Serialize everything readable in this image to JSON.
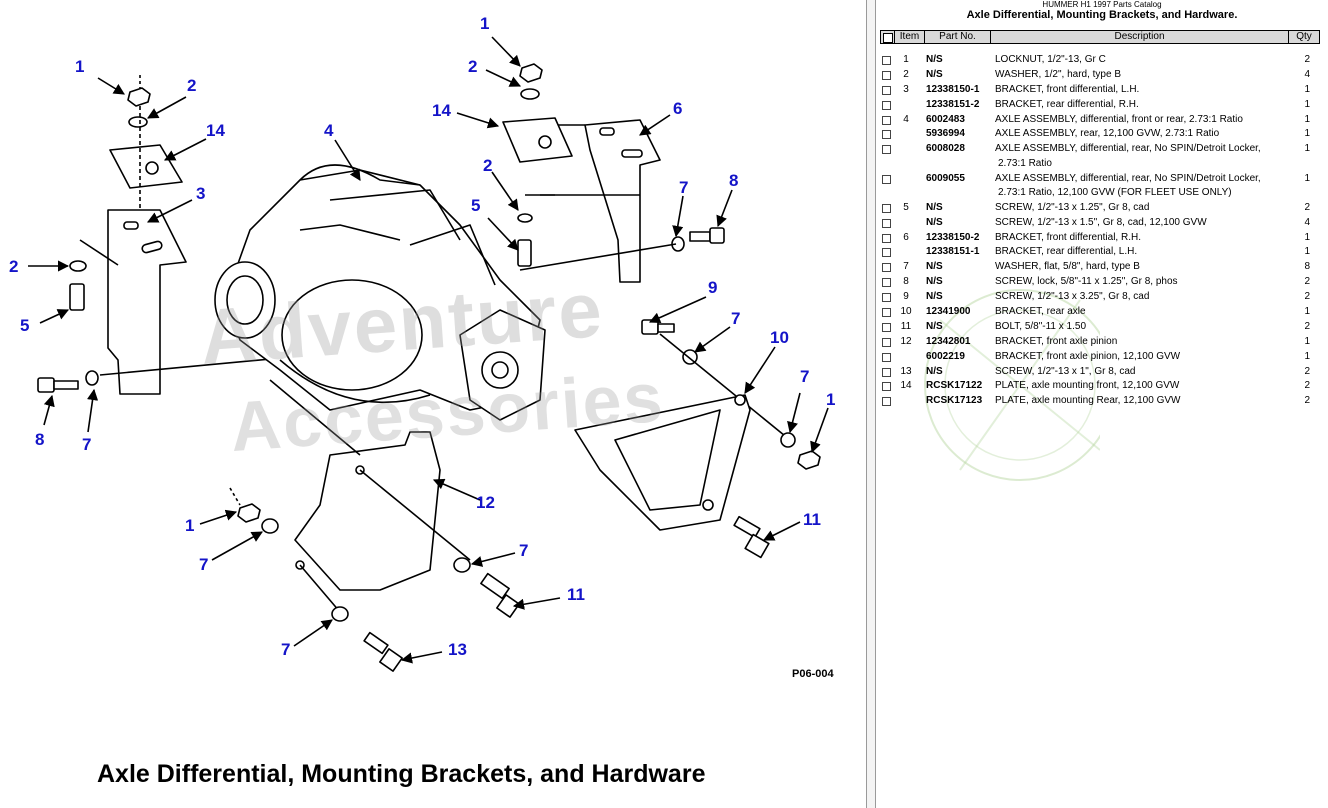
{
  "catalog": {
    "header_small": "HUMMER H1 1997 Parts Catalog",
    "title": "Axle Differential, Mounting Brackets, and Hardware."
  },
  "table": {
    "columns": [
      "Item",
      "Part No.",
      "Description",
      "Qty"
    ],
    "rows": [
      {
        "item": "1",
        "part": "N/S",
        "desc": "LOCKNUT, 1/2\"-13, Gr C",
        "qty": "2"
      },
      {
        "item": "2",
        "part": "N/S",
        "desc": "WASHER, 1/2\", hard, type B",
        "qty": "4"
      },
      {
        "item": "3",
        "part": "12338150-1",
        "desc": "BRACKET, front differential, L.H.",
        "qty": "1"
      },
      {
        "item": "",
        "part": "12338151-2",
        "desc": "BRACKET, rear differential, R.H.",
        "qty": "1"
      },
      {
        "item": "4",
        "part": "6002483",
        "desc": "AXLE ASSEMBLY, differential, front or rear, 2.73:1 Ratio",
        "qty": "1"
      },
      {
        "item": "",
        "part": "5936994",
        "desc": "AXLE ASSEMBLY, rear, 12,100 GVW, 2.73:1 Ratio",
        "qty": "1"
      },
      {
        "item": "",
        "part": "6008028",
        "desc": "AXLE ASSEMBLY, differential, rear, No SPIN/Detroit Locker,",
        "desc2": "2.73:1 Ratio",
        "qty": "1"
      },
      {
        "item": "",
        "part": "6009055",
        "desc": "AXLE ASSEMBLY, differential, rear, No SPIN/Detroit Locker,",
        "desc2": "2.73:1 Ratio, 12,100 GVW (FOR FLEET USE ONLY)",
        "qty": "1"
      },
      {
        "item": "5",
        "part": "N/S",
        "desc": "SCREW, 1/2\"-13 x 1.25\", Gr 8, cad",
        "qty": "2"
      },
      {
        "item": "",
        "part": "N/S",
        "desc": "SCREW, 1/2\"-13 x 1.5\", Gr 8, cad, 12,100 GVW",
        "qty": "4"
      },
      {
        "item": "6",
        "part": "12338150-2",
        "desc": "BRACKET, front differential, R.H.",
        "qty": "1"
      },
      {
        "item": "",
        "part": "12338151-1",
        "desc": "BRACKET, rear differential, L.H.",
        "qty": "1"
      },
      {
        "item": "7",
        "part": "N/S",
        "desc": "WASHER, flat, 5/8\", hard, type B",
        "qty": "8"
      },
      {
        "item": "8",
        "part": "N/S",
        "desc": "SCREW,  lock, 5/8\"-11 x 1.25\", Gr 8, phos",
        "qty": "2"
      },
      {
        "item": "9",
        "part": "N/S",
        "desc": "SCREW, 1/2\"-13 x 3.25\", Gr 8, cad",
        "qty": "2"
      },
      {
        "item": "10",
        "part": "12341900",
        "desc": "BRACKET, rear axle",
        "qty": "1"
      },
      {
        "item": "11",
        "part": "N/S",
        "desc": "BOLT, 5/8\"-11 x 1.50",
        "qty": "2"
      },
      {
        "item": "12",
        "part": "12342801",
        "desc": "BRACKET, front axle pinion",
        "qty": "1"
      },
      {
        "item": "",
        "part": "6002219",
        "desc": "BRACKET, front axle pinion, 12,100 GVW",
        "qty": "1"
      },
      {
        "item": "13",
        "part": "N/S",
        "desc": "SCREW, 1/2\"-13 x 1\", Gr 8, cad",
        "qty": "2"
      },
      {
        "item": "14",
        "part": "RCSK17122",
        "desc": "PLATE, axle mounting front, 12,100 GVW",
        "qty": "2"
      },
      {
        "item": "",
        "part": "RCSK17123",
        "desc": "PLATE, axle mounting Rear, 12,100 GVW",
        "qty": "2"
      }
    ]
  },
  "diagram": {
    "watermark_line1": "Adventure",
    "watermark_line2": "Accessories",
    "figure_code": "P06-004",
    "title": "Axle Differential, Mounting Brackets, and Hardware",
    "callouts": [
      "1",
      "2",
      "14",
      "3",
      "2",
      "5",
      "8",
      "7",
      "4",
      "1",
      "2",
      "14",
      "6",
      "2",
      "5",
      "7",
      "8",
      "9",
      "7",
      "10",
      "7",
      "1",
      "12",
      "1",
      "7",
      "7",
      "11",
      "11",
      "7",
      "13"
    ],
    "callout_color": "#1414c8"
  }
}
